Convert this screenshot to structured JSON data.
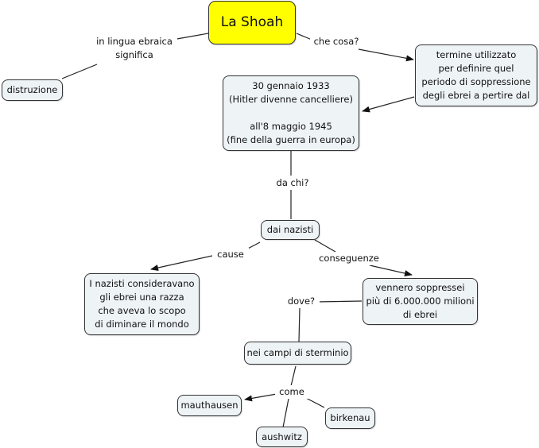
{
  "colors": {
    "root_fill": "#ffff00",
    "node_fill": "#eef3f6",
    "line": "#222222"
  },
  "nodes": {
    "root": "La Shoah",
    "distruzione": "distruzione",
    "termine": "termine utilizzato\nper definire quel\nperiodo di soppressione\ndegli ebrei a pertire dal",
    "date": "30 gennaio 1933\n(Hitler divenne cancelliere)\n\nall'8 maggio 1945\n(fine della guerra in europa)",
    "nazisti": "dai nazisti",
    "cause_node": "I nazisti consideravano\ngli ebrei una razza\nche aveva lo scopo\ndi diminare il mondo",
    "soppressi": "vennero soppressei\npiù di 6.000.000 milioni\ndi ebrei",
    "campi": "nei campi di sterminio",
    "mauthausen": "mauthausen",
    "aushwitz": "aushwitz",
    "birkenau": "birkenau"
  },
  "links": {
    "significa": "in lingua ebraica\nsignifica",
    "che_cosa": "che cosa?",
    "da_chi": "da chi?",
    "cause": "cause",
    "conseguenze": "conseguenze",
    "dove": "dove?",
    "come": "come"
  }
}
